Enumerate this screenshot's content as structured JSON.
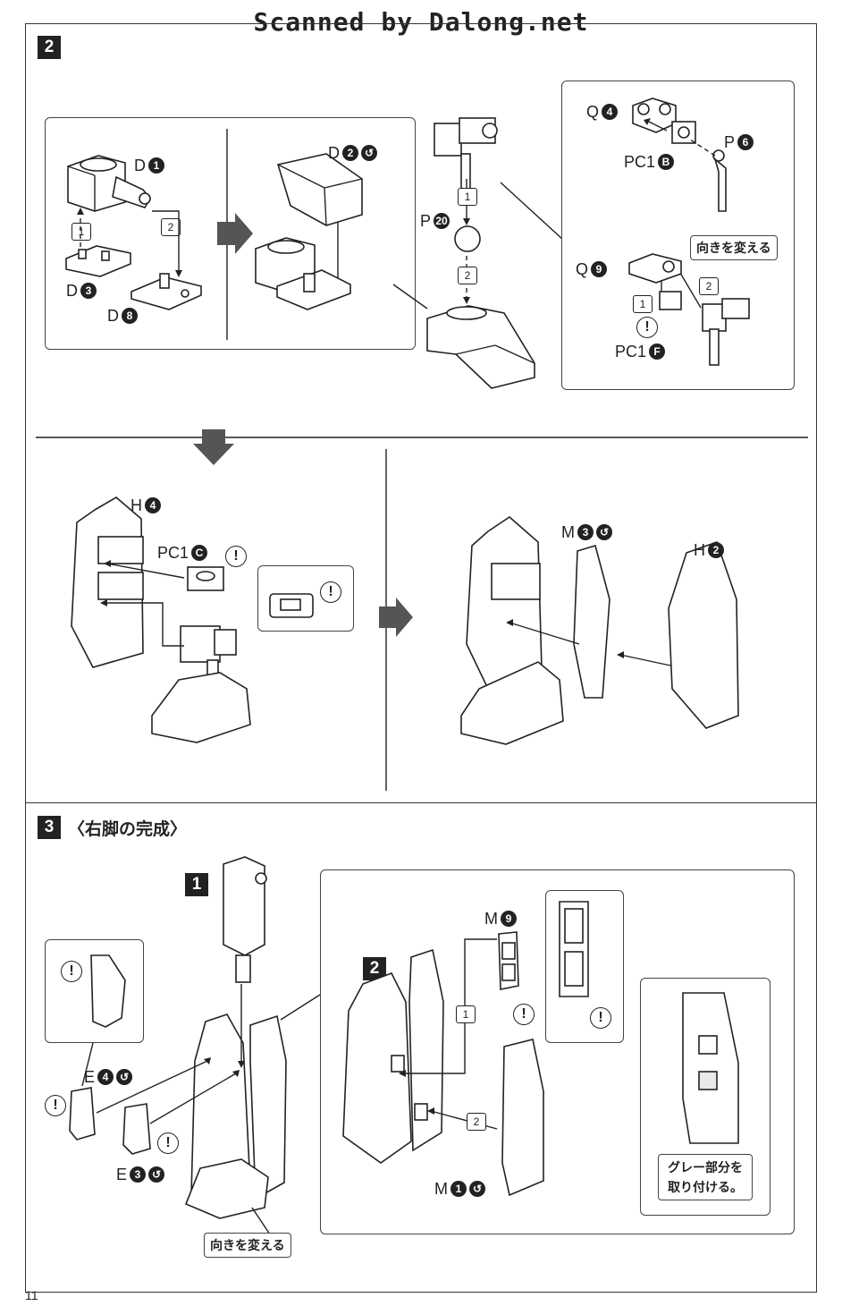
{
  "watermark": "Scanned by Dalong.net",
  "page_number": "11",
  "step2": {
    "number": "2",
    "labels": {
      "d1": "D",
      "d1n": "1",
      "d3": "D",
      "d3n": "3",
      "d8": "D",
      "d8n": "8",
      "d2": "D",
      "d2n": "2",
      "p20": "P",
      "p20n": "20",
      "q4": "Q",
      "q4n": "4",
      "p6": "P",
      "p6n": "6",
      "pc1b": "PC1",
      "pc1bn": "B",
      "q9": "Q",
      "q9n": "9",
      "pc1f": "PC1",
      "pc1fn": "F",
      "h4": "H",
      "h4n": "4",
      "pc1c": "PC1",
      "pc1cn": "C",
      "m3": "M",
      "m3n": "3",
      "h2": "H",
      "h2n": "2"
    },
    "note_turn": "向きを変える",
    "order": [
      "1",
      "2"
    ]
  },
  "step3": {
    "number": "3",
    "title": "〈右脚の完成〉",
    "sub1": "1",
    "sub2": "2",
    "labels": {
      "e4": "E",
      "e4n": "4",
      "e3": "E",
      "e3n": "3",
      "m9": "M",
      "m9n": "9",
      "m1": "M",
      "m1n": "1"
    },
    "note_turn": "向きを変える",
    "note_gray": "グレー部分を取り付ける。",
    "order": [
      "1",
      "2"
    ]
  },
  "icons": [
    "caution-icon",
    "arrow-right-icon",
    "arrow-down-icon",
    "chrome-marker-icon"
  ]
}
